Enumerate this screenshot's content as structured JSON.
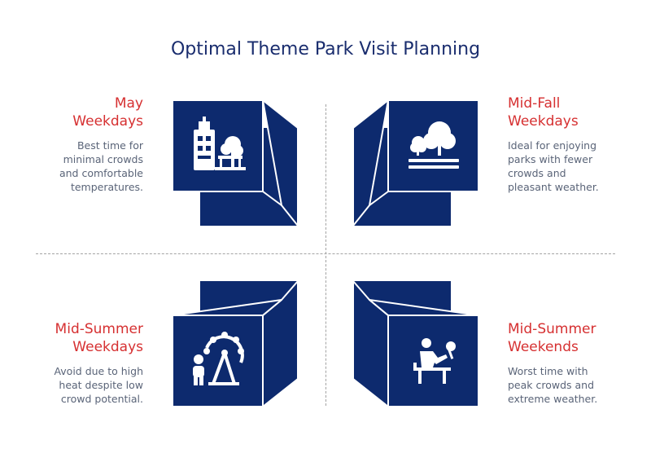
{
  "title": "Optimal Theme Park Visit Planning",
  "colors": {
    "navy": "#0d2a6e",
    "accent": "#d63031",
    "text": "#5a6478"
  },
  "quadrants": [
    {
      "id": "top-left",
      "heading_line1": "May",
      "heading_line2": "Weekdays",
      "desc_lines": [
        "Best time for",
        "minimal crowds",
        "and comfortable",
        "temperatures."
      ],
      "icon": "amusement-building-icon"
    },
    {
      "id": "top-right",
      "heading_line1": "Mid-Fall",
      "heading_line2": "Weekdays",
      "desc_lines": [
        "Ideal for enjoying",
        "parks with fewer",
        "crowds and",
        "pleasant weather."
      ],
      "icon": "trees-park-icon"
    },
    {
      "id": "bottom-left",
      "heading_line1": "Mid-Summer",
      "heading_line2": "Weekdays",
      "desc_lines": [
        "Avoid due to high",
        "heat despite low",
        "crowd potential."
      ],
      "icon": "ferris-wheel-person-icon"
    },
    {
      "id": "bottom-right",
      "heading_line1": "Mid-Summer",
      "heading_line2": "Weekends",
      "desc_lines": [
        "Worst time with",
        "peak crowds and",
        "extreme weather."
      ],
      "icon": "person-ride-icon"
    }
  ]
}
